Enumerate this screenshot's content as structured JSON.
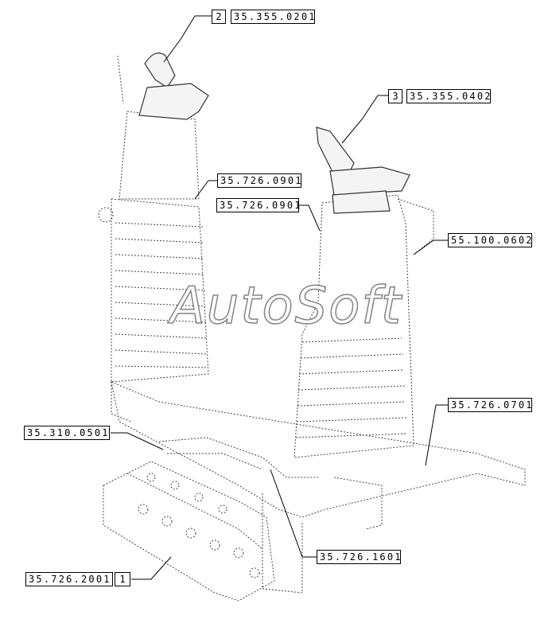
{
  "watermark": "AutoSoft",
  "references": {
    "ref_2_num": "2",
    "ref_2_code": "35.355.0201",
    "ref_3_num": "3",
    "ref_3_code": "35.355.0402",
    "ref_726_0901_a": "35.726.0901",
    "ref_726_0901_b": "35.726.0901",
    "ref_55_100_0602": "55.100.0602",
    "ref_726_0701": "35.726.0701",
    "ref_310_0501": "35.310.0501",
    "ref_726_1601": "35.726.1601",
    "ref_726_2001": "35.726.2001",
    "ref_1_num": "1"
  }
}
